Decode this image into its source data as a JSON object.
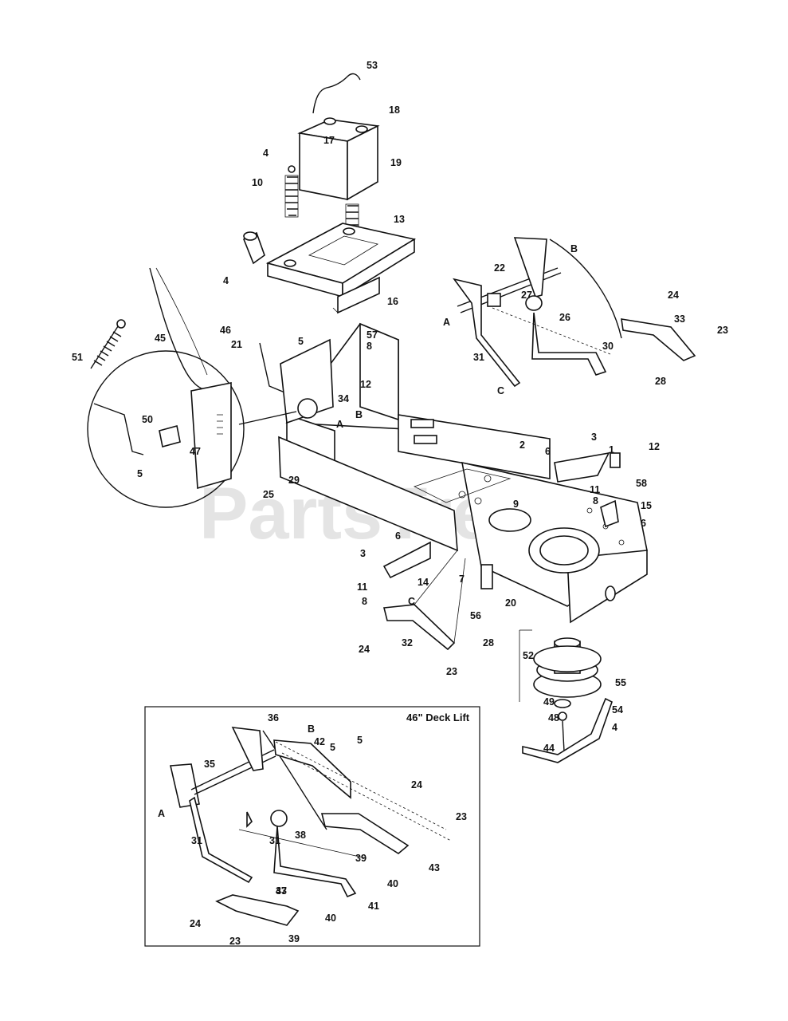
{
  "watermark": "PartsTree",
  "inset": {
    "title": "46\" Deck Lift"
  },
  "labels": [
    "53",
    "18",
    "17",
    "4",
    "10",
    "19",
    "13",
    "4",
    "16",
    "22",
    "B",
    "27",
    "24",
    "A",
    "26",
    "33",
    "23",
    "46",
    "45",
    "5",
    "57",
    "8",
    "51",
    "21",
    "31",
    "30",
    "28",
    "C",
    "12",
    "34",
    "B",
    "A",
    "50",
    "47",
    "5",
    "2",
    "3",
    "1",
    "12",
    "6",
    "58",
    "11",
    "8",
    "9",
    "15",
    "6",
    "25",
    "29",
    "6",
    "3",
    "14",
    "11",
    "8",
    "7",
    "56",
    "20",
    "C",
    "24",
    "32",
    "28",
    "23",
    "52",
    "55",
    "49",
    "54",
    "48",
    "4",
    "44",
    "36",
    "B",
    "42",
    "5",
    "5",
    "35",
    "A",
    "31",
    "24",
    "23",
    "31",
    "38",
    "37",
    "43",
    "39",
    "40",
    "41",
    "43",
    "24",
    "40",
    "23",
    "39"
  ]
}
